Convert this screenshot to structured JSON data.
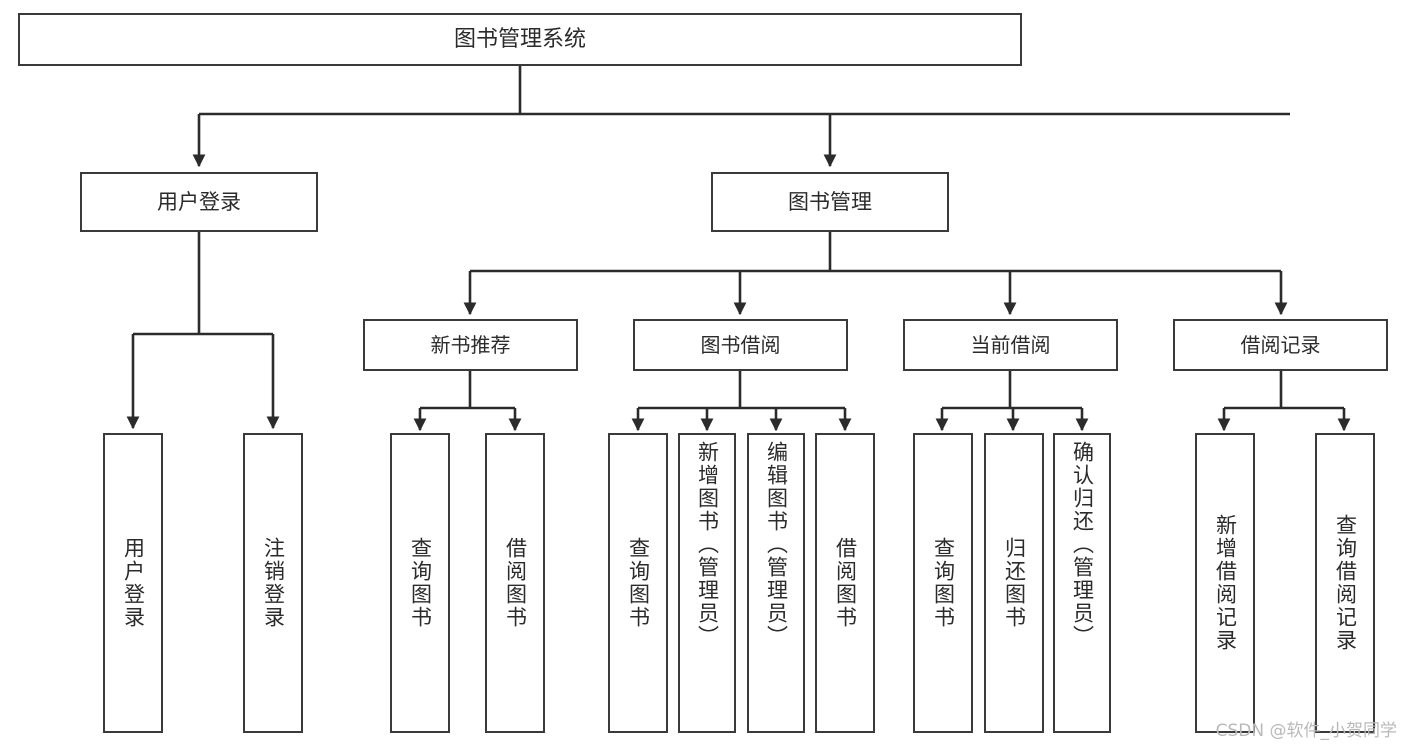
{
  "diagram": {
    "title": "图书管理系统",
    "type": "tree-hierarchy-diagram",
    "style": {
      "box_border_color": "#3a3a3a",
      "box_fill_color": "#ffffff",
      "connector_color": "#2b2b2b",
      "background_color": "#ffffff",
      "text_color": "#2b2b2b"
    },
    "root": {
      "label": "图书管理系统"
    },
    "level2": [
      {
        "label": "用户登录"
      },
      {
        "label": "图书管理"
      }
    ],
    "level3": [
      {
        "label": "新书推荐"
      },
      {
        "label": "图书借阅"
      },
      {
        "label": "当前借阅"
      },
      {
        "label": "借阅记录"
      }
    ],
    "leaves": {
      "user_login": [
        {
          "label": "用户登录"
        },
        {
          "label": "注销登录"
        }
      ],
      "new_book_recommend": [
        {
          "label": "查询图书"
        },
        {
          "label": "借阅图书"
        }
      ],
      "book_borrow": [
        {
          "label": "查询图书"
        },
        {
          "label": "新增图书（管理员）"
        },
        {
          "label": "编辑图书（管理员）"
        },
        {
          "label": "借阅图书"
        }
      ],
      "current_borrow": [
        {
          "label": "查询图书"
        },
        {
          "label": "归还图书"
        },
        {
          "label": "确认归还（管理员）"
        }
      ],
      "borrow_record": [
        {
          "label": "新增借阅记录"
        },
        {
          "label": "查询借阅记录"
        }
      ]
    }
  },
  "watermark": {
    "text": "CSDN @软件_小贺同学"
  }
}
